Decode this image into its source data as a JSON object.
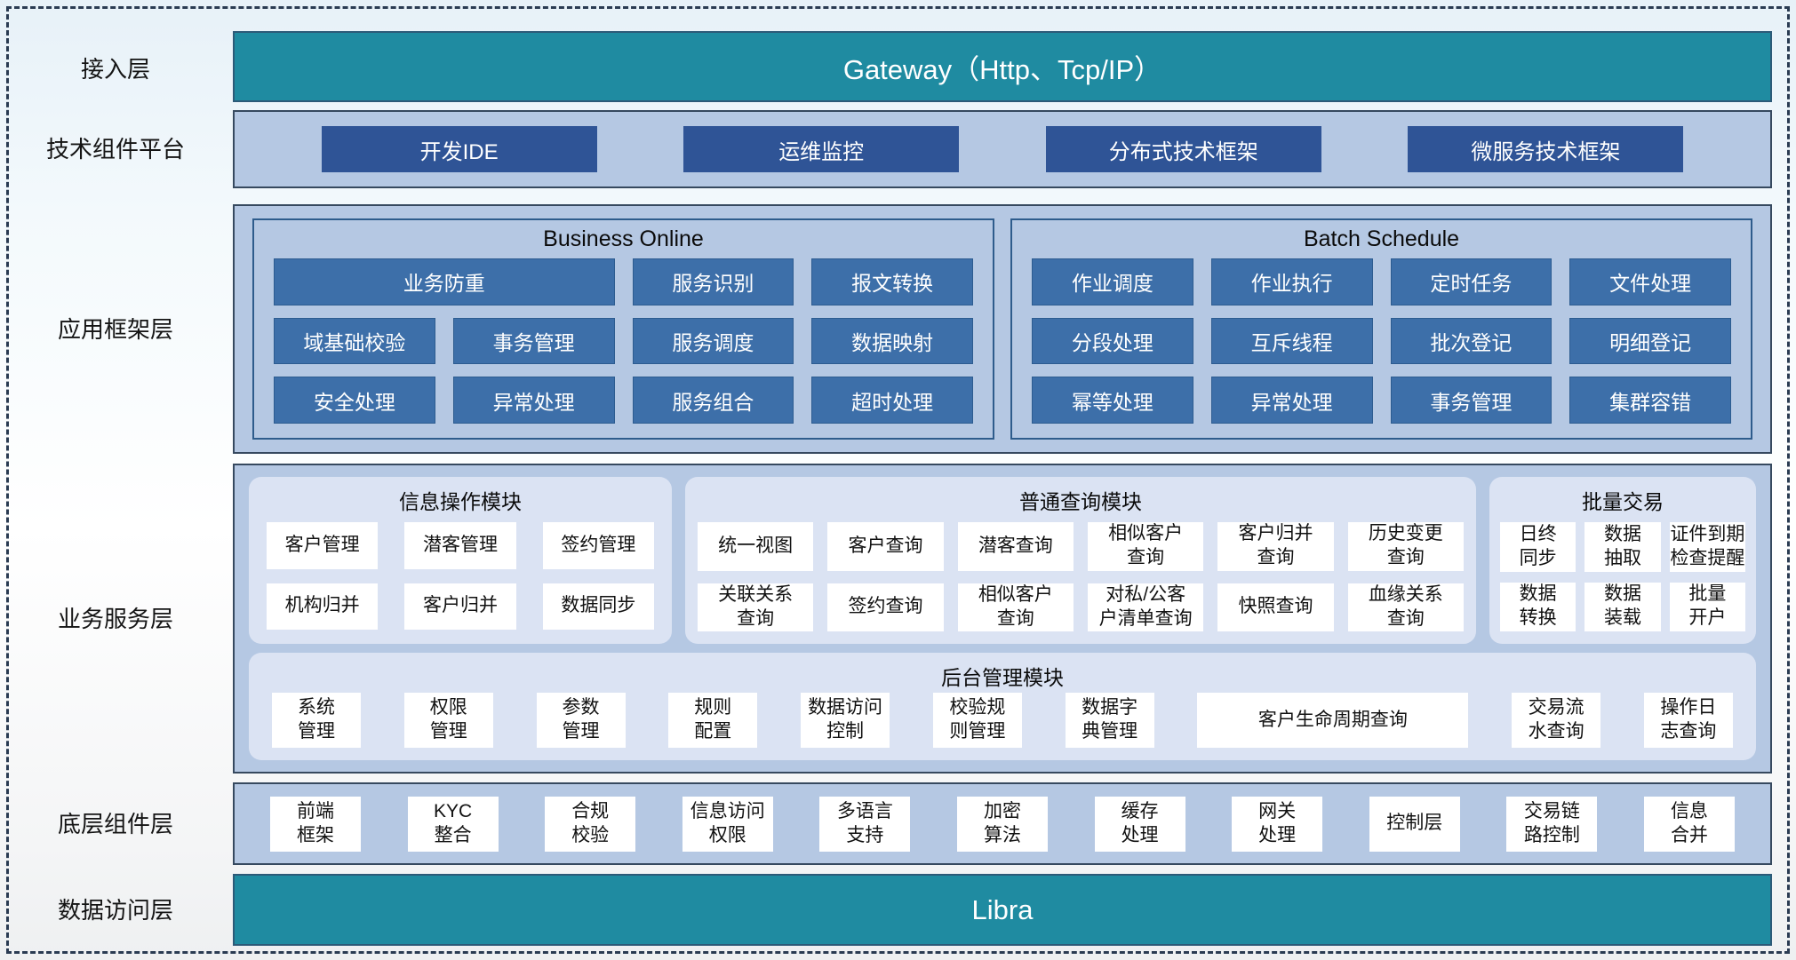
{
  "colors": {
    "teal_bar": "#1f8ba1",
    "container_fill": "#b5c8e3",
    "container_border": "#36495f",
    "navy_button": "#2f5496",
    "blue_button": "#3d6fa9",
    "module_panel": "#dbe3f3",
    "white_box": "#ffffff",
    "dashed_frame": "#2a3b52"
  },
  "layers": {
    "access": {
      "label": "接入层",
      "bar_text": "Gateway（Http、Tcp/IP）"
    },
    "tech_platform": {
      "label": "技术组件平台",
      "buttons": [
        "开发IDE",
        "运维监控",
        "分布式技术框架",
        "微服务技术框架"
      ]
    },
    "app_framework": {
      "label": "应用框架层",
      "business_online": {
        "title": "Business Online",
        "items": [
          {
            "label": "业务防重",
            "span": 2
          },
          "服务识别",
          "报文转换",
          "域基础校验",
          "事务管理",
          "服务调度",
          "数据映射",
          "安全处理",
          "异常处理",
          "服务组合",
          "超时处理"
        ]
      },
      "batch_schedule": {
        "title": "Batch Schedule",
        "items": [
          "作业调度",
          "作业执行",
          "定时任务",
          "文件处理",
          "分段处理",
          "互斥线程",
          "批次登记",
          "明细登记",
          "幂等处理",
          "异常处理",
          "事务管理",
          "集群容错"
        ]
      }
    },
    "business_service": {
      "label": "业务服务层",
      "info_module": {
        "title": "信息操作模块",
        "items": [
          "客户管理",
          "潜客管理",
          "签约管理",
          "机构归并",
          "客户归并",
          "数据同步"
        ]
      },
      "query_module": {
        "title": "普通查询模块",
        "items": [
          "统一视图",
          "客户查询",
          "潜客查询",
          "相似客户\n查询",
          "客户归并\n查询",
          "历史变更\n查询",
          "关联关系\n查询",
          "签约查询",
          "相似客户\n查询",
          "对私/公客\n户清单查询",
          "快照查询",
          "血缘关系\n查询"
        ]
      },
      "batch_trade": {
        "title": "批量交易",
        "items": [
          "日终\n同步",
          "数据\n抽取",
          "证件到期\n检查提醒",
          "数据\n转换",
          "数据\n装载",
          "批量\n开户"
        ]
      },
      "admin_module": {
        "title": "后台管理模块",
        "items": [
          "系统\n管理",
          "权限\n管理",
          "参数\n管理",
          "规则\n配置",
          "数据访问\n控制",
          "校验规\n则管理",
          "数据字\n典管理",
          {
            "label": "客户生命周期查询",
            "wide": true
          },
          "交易流\n水查询",
          "操作日\n志查询"
        ]
      }
    },
    "base_components": {
      "label": "底层组件层",
      "items": [
        "前端\n框架",
        "KYC\n整合",
        "合规\n校验",
        "信息访问\n权限",
        "多语言\n支持",
        "加密\n算法",
        "缓存\n处理",
        "网关\n处理",
        "控制层",
        "交易链\n路控制",
        "信息\n合并"
      ]
    },
    "data_access": {
      "label": "数据访问层",
      "bar_text": "Libra"
    }
  }
}
